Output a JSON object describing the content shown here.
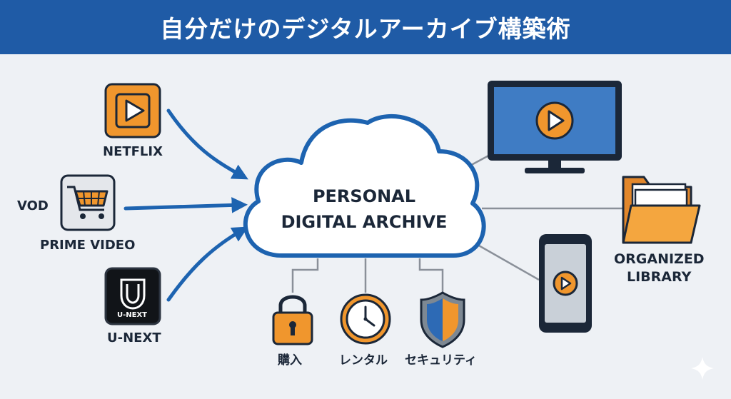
{
  "header": {
    "title": "自分だけのデジタルアーカイブ構築術"
  },
  "sources": [
    {
      "label": "NETFLIX"
    },
    {
      "label": "PRIME VIDEO",
      "side_label": "VOD"
    },
    {
      "label": "U-NEXT",
      "icon_text": "U-NEXT"
    }
  ],
  "center": {
    "line1": "PERSONAL",
    "line2": "DIGITAL ARCHIVE"
  },
  "features": [
    {
      "label": "購入",
      "icon": "padlock-icon"
    },
    {
      "label": "レンタル",
      "icon": "clock-icon"
    },
    {
      "label": "セキュリティ",
      "icon": "shield-icon"
    }
  ],
  "outputs": [
    {
      "icon": "monitor-icon"
    },
    {
      "icon": "folder-icon",
      "label_line1": "ORGANIZED",
      "label_line2": "LIBRARY"
    },
    {
      "icon": "smartphone-icon"
    }
  ],
  "colors": {
    "header": "#1f5ba6",
    "accent_orange": "#f0962d",
    "arrow_blue": "#1d63b0",
    "screen_blue": "#3f7cc4",
    "background": "#eef1f5"
  }
}
